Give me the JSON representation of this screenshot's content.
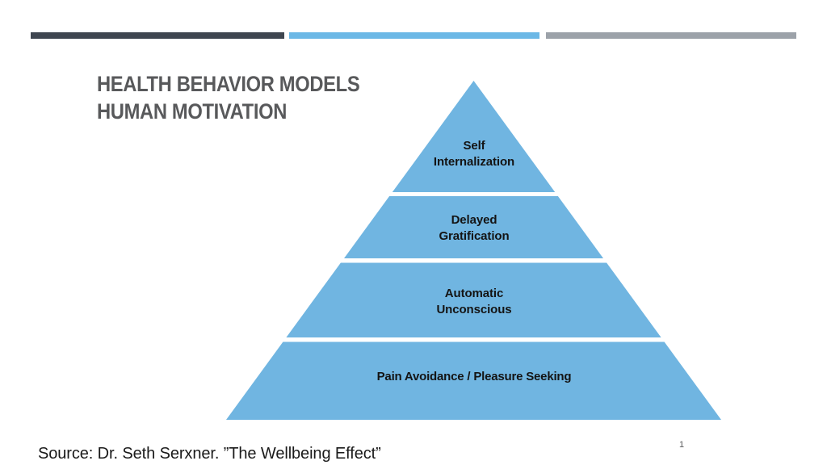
{
  "slide": {
    "accent_bars": [
      {
        "name": "dark",
        "color": "#3F4650"
      },
      {
        "name": "blue",
        "color": "#6CB8E6"
      },
      {
        "name": "gray",
        "color": "#9CA2A9"
      }
    ],
    "title_line1": "HEALTH BEHAVIOR MODELS",
    "title_line2": "HUMAN MOTIVATION",
    "title_color": "#58595B",
    "footer": {
      "source_text": "Source: Dr. Seth Serxner. ”The Wellbeing Effect”",
      "source_color": "#1A1A1A",
      "page_number": "1",
      "page_number_color": "#58595B"
    }
  },
  "pyramid": {
    "fill_color": "#70B5E1",
    "text_color": "#141414",
    "tiers": [
      {
        "level": 1,
        "lines": [
          "Self",
          "Internalization"
        ]
      },
      {
        "level": 2,
        "lines": [
          "Delayed",
          "Gratification"
        ]
      },
      {
        "level": 3,
        "lines": [
          "Automatic",
          "Unconscious"
        ]
      },
      {
        "level": 4,
        "lines": [
          "Pain Avoidance / Pleasure Seeking"
        ]
      }
    ]
  }
}
